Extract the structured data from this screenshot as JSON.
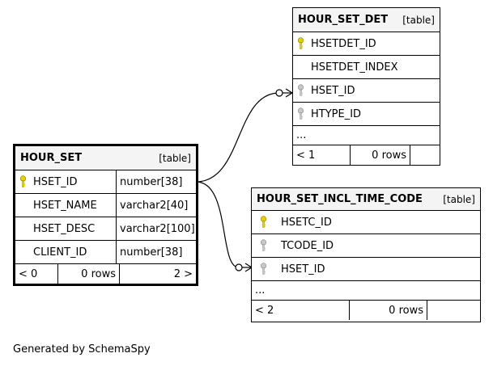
{
  "footer": {
    "generated_by": "Generated by SchemaSpy"
  },
  "hour_set": {
    "name": "HOUR_SET",
    "kind": "[table]",
    "columns": [
      {
        "name": "HSET_ID",
        "type": "number[38]",
        "key": "primary"
      },
      {
        "name": "HSET_NAME",
        "type": "varchar2[40]",
        "key": "none"
      },
      {
        "name": "HSET_DESC",
        "type": "varchar2[100]",
        "key": "none"
      },
      {
        "name": "CLIENT_ID",
        "type": "number[38]",
        "key": "none"
      }
    ],
    "footer": {
      "parents": "< 0",
      "rows": "0 rows",
      "children": "2 >"
    }
  },
  "hour_set_det": {
    "name": "HOUR_SET_DET",
    "kind": "[table]",
    "columns": [
      {
        "name": "HSETDET_ID",
        "key": "primary"
      },
      {
        "name": "HSETDET_INDEX",
        "key": "none"
      },
      {
        "name": "HSET_ID",
        "key": "foreign"
      },
      {
        "name": "HTYPE_ID",
        "key": "foreign"
      }
    ],
    "ellipsis": "...",
    "footer": {
      "parents": "< 1",
      "rows": "0 rows",
      "children": ""
    }
  },
  "hour_set_incl_time_code": {
    "name": "HOUR_SET_INCL_TIME_CODE",
    "kind": "[table]",
    "columns": [
      {
        "name": "HSETC_ID",
        "key": "primary"
      },
      {
        "name": "TCODE_ID",
        "key": "foreign"
      },
      {
        "name": "HSET_ID",
        "key": "foreign"
      }
    ],
    "ellipsis": "...",
    "footer": {
      "parents": "< 2",
      "rows": "0 rows",
      "children": ""
    }
  },
  "colors": {
    "primary_key": "#e6d200",
    "foreign_key": "#a8a8a8",
    "header_bg": "#f4f4f4",
    "line": "#000000"
  },
  "icons": {
    "primary_key": "key-icon",
    "foreign_key": "key-icon"
  }
}
